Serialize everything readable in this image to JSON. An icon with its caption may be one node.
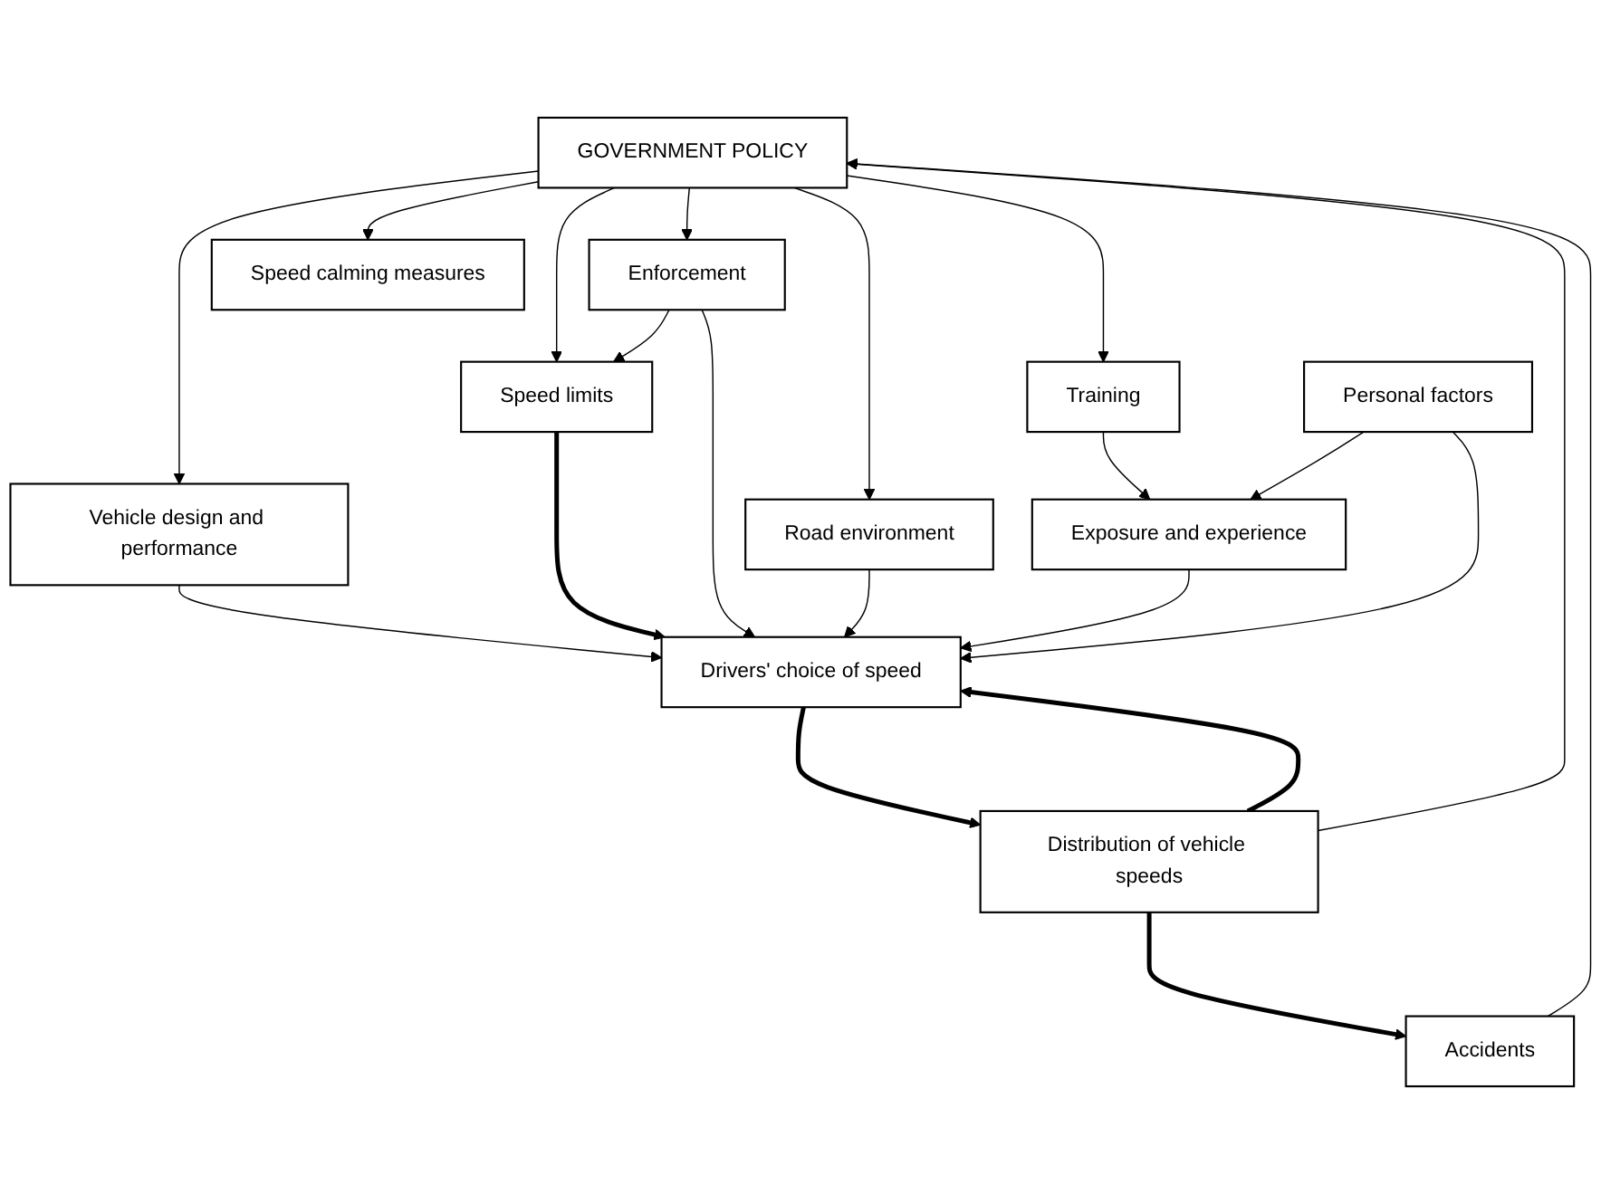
{
  "diagram": {
    "nodes": [
      {
        "text": [
          "GOVERNMENT POLICY"
        ]
      },
      {
        "text": [
          "Vehicle design and performance"
        ]
      },
      {
        "text": [
          "Enforcement"
        ]
      },
      {
        "text": [
          "Speed calming measures"
        ]
      },
      {
        "text": [
          "Speed limits"
        ]
      },
      {
        "text": [
          "Road environment"
        ]
      },
      {
        "text": [
          "Training"
        ]
      },
      {
        "text": [
          "Exposure and experience"
        ]
      },
      {
        "text": [
          "Drivers' choice of speed"
        ]
      },
      {
        "text": [
          "Personal factors"
        ]
      },
      {
        "text": [
          "Distribution of vehicle speeds"
        ]
      },
      {
        "text": [
          "Accidents"
        ]
      }
    ],
    "edges": [
      {
        "from": 0,
        "to": 1,
        "arrow": "to"
      },
      {
        "from": 0,
        "to": 4,
        "arrow": "to"
      },
      {
        "from": 0,
        "to": 2,
        "arrow": "to"
      },
      {
        "from": 0,
        "to": 5,
        "arrow": "to"
      },
      {
        "from": 0,
        "to": 3,
        "arrow": "to"
      },
      {
        "from": 0,
        "to": 6,
        "arrow": "to"
      },
      {
        "from": 2,
        "to": 4,
        "arrow": "to"
      },
      {
        "from": 1,
        "to": 8,
        "arrow": "to"
      },
      {
        "from": 4,
        "to": 8,
        "arrow": "to",
        "style": "thick"
      },
      {
        "from": 2,
        "to": 8,
        "arrow": "to"
      },
      {
        "from": 5,
        "to": 8,
        "arrow": "to"
      },
      {
        "from": 6,
        "to": 7,
        "arrow": "to"
      },
      {
        "from": 9,
        "to": 7,
        "arrow": "to"
      },
      {
        "from": 7,
        "to": 8,
        "arrow": "to"
      },
      {
        "from": 9,
        "to": 8,
        "arrow": "to"
      },
      {
        "from": 8,
        "to": 10,
        "arrow": "to",
        "style": "thick"
      },
      {
        "from": 10,
        "to": 8,
        "arrow": "to",
        "style": "thick"
      },
      {
        "from": 10,
        "to": 11,
        "arrow": "to",
        "style": "thick"
      },
      {
        "from": 10,
        "to": 0,
        "arrow": "to"
      },
      {
        "from": 11,
        "to": 0,
        "arrow": "to"
      }
    ]
  }
}
